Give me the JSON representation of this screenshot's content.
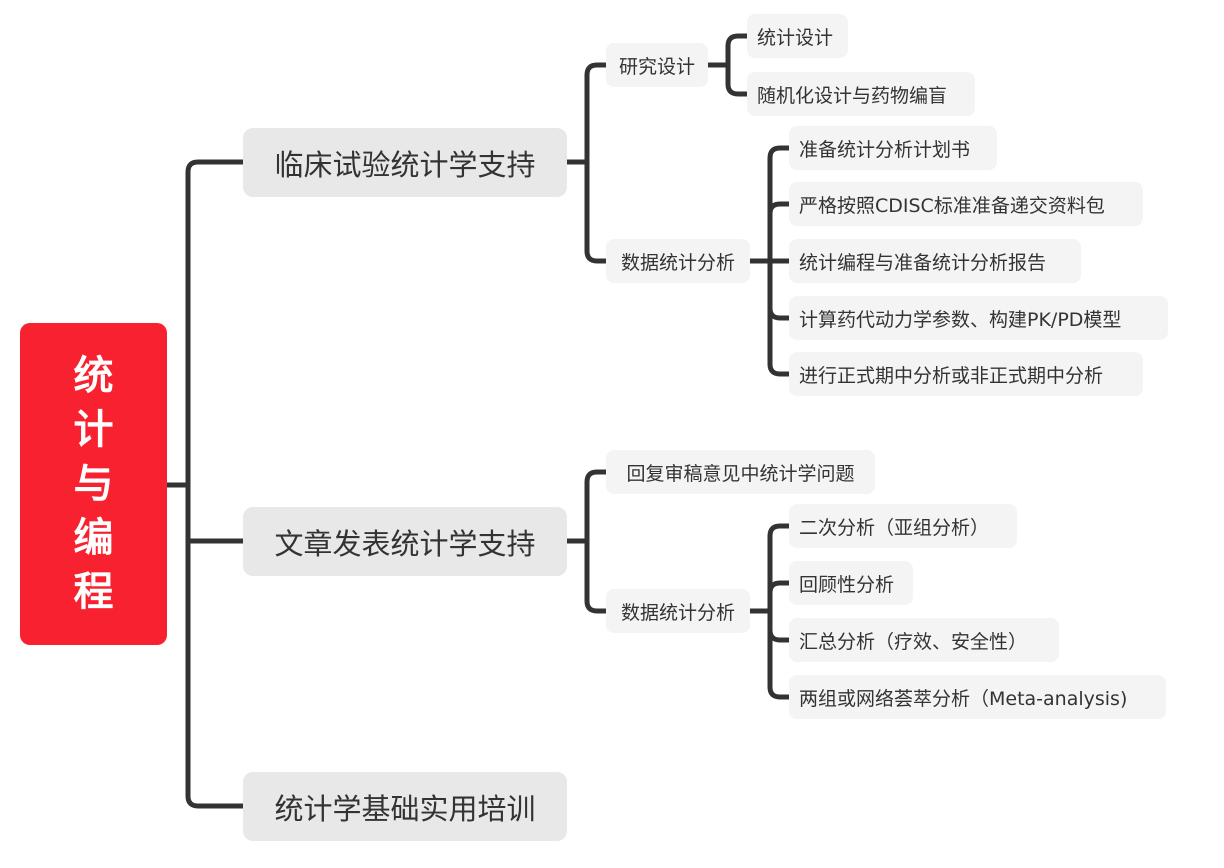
{
  "root": {
    "label": "统计与编程"
  },
  "branches": [
    {
      "label": "临床试验统计学支持",
      "children": [
        {
          "label": "研究设计",
          "children": [
            "统计设计",
            "随机化设计与药物编盲"
          ]
        },
        {
          "label": "数据统计分析",
          "children": [
            "准备统计分析计划书",
            "严格按照CDISC标准准备递交资料包",
            "统计编程与准备统计分析报告",
            "计算药代动力学参数、构建PK/PD模型",
            "进行正式期中分析或非正式期中分析"
          ]
        }
      ]
    },
    {
      "label": "文章发表统计学支持",
      "children": [
        {
          "label": "回复审稿意见中统计学问题",
          "children": []
        },
        {
          "label": "数据统计分析",
          "children": [
            "二次分析（亚组分析）",
            "回顾性分析",
            "汇总分析（疗效、安全性）",
            "两组或网络荟萃分析（Meta-analysis)"
          ]
        }
      ]
    },
    {
      "label": "统计学基础实用培训",
      "children": []
    }
  ],
  "colors": {
    "root_bg": "#f8212f",
    "branch_bg": "#e8e8e8",
    "leaf_bg": "#f4f4f4",
    "line": "#333333",
    "text": "#333333"
  }
}
